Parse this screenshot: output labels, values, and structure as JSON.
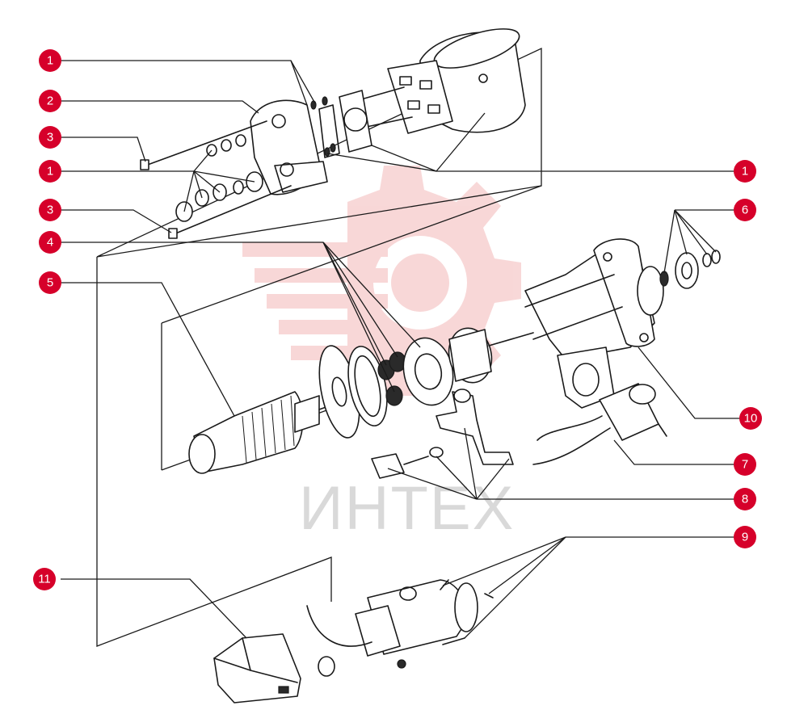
{
  "colors": {
    "callout": "#d6002a",
    "watermark_logo": "#f3b8b8",
    "watermark_text": "#d9d9d9",
    "line": "#1a1a1a"
  },
  "watermark": {
    "text": "ИНТЕХ"
  },
  "callouts": [
    {
      "id": "c1a",
      "label": "1"
    },
    {
      "id": "c2",
      "label": "2"
    },
    {
      "id": "c3a",
      "label": "3"
    },
    {
      "id": "c1b",
      "label": "1"
    },
    {
      "id": "c3b",
      "label": "3"
    },
    {
      "id": "c4",
      "label": "4"
    },
    {
      "id": "c5",
      "label": "5"
    },
    {
      "id": "c1c",
      "label": "1"
    },
    {
      "id": "c6",
      "label": "6"
    },
    {
      "id": "c10",
      "label": "10"
    },
    {
      "id": "c7",
      "label": "7"
    },
    {
      "id": "c8",
      "label": "8"
    },
    {
      "id": "c9",
      "label": "9"
    },
    {
      "id": "c11",
      "label": "11"
    }
  ]
}
